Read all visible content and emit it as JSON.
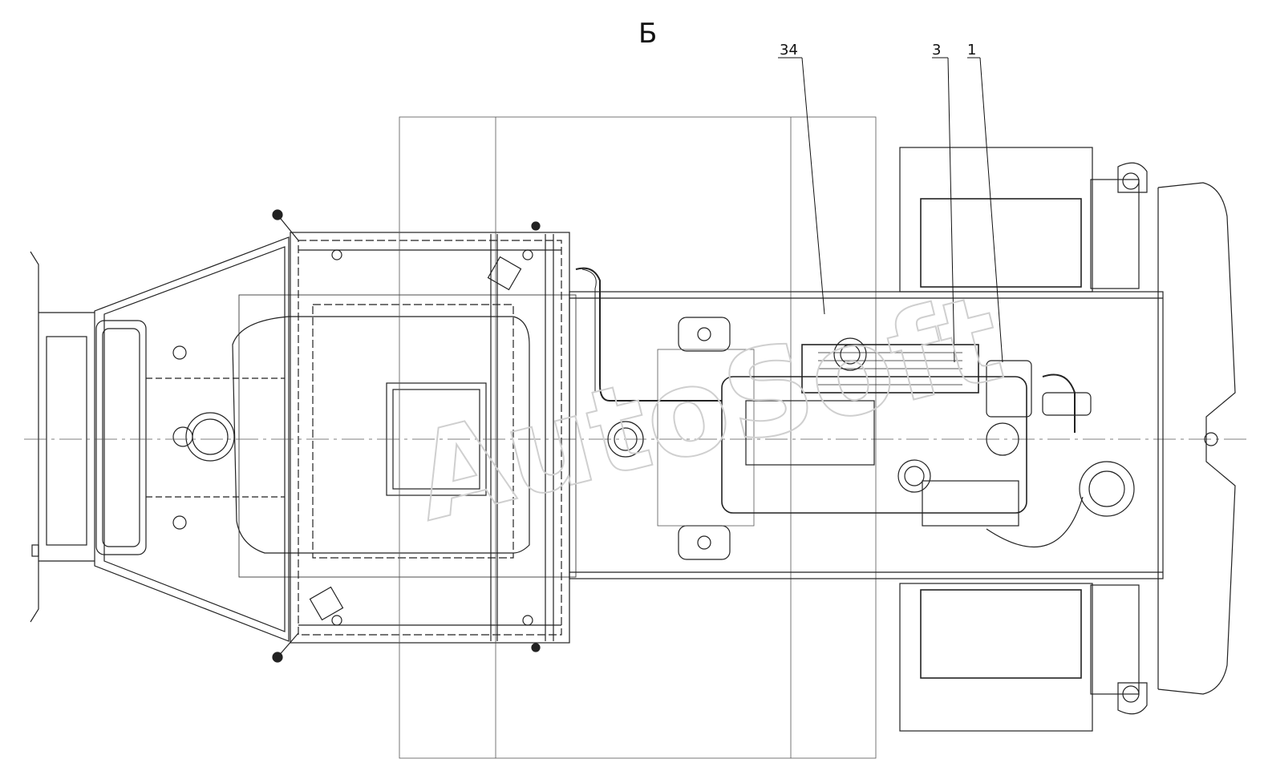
{
  "drawing": {
    "view_letter": "Б",
    "callouts": [
      {
        "label": "34"
      },
      {
        "label": "3"
      },
      {
        "label": "1"
      }
    ],
    "colors": {
      "line": "#222222",
      "thin": "#555555",
      "watermark": "#d9d9d9"
    },
    "watermark_text": "AutoSoft"
  }
}
